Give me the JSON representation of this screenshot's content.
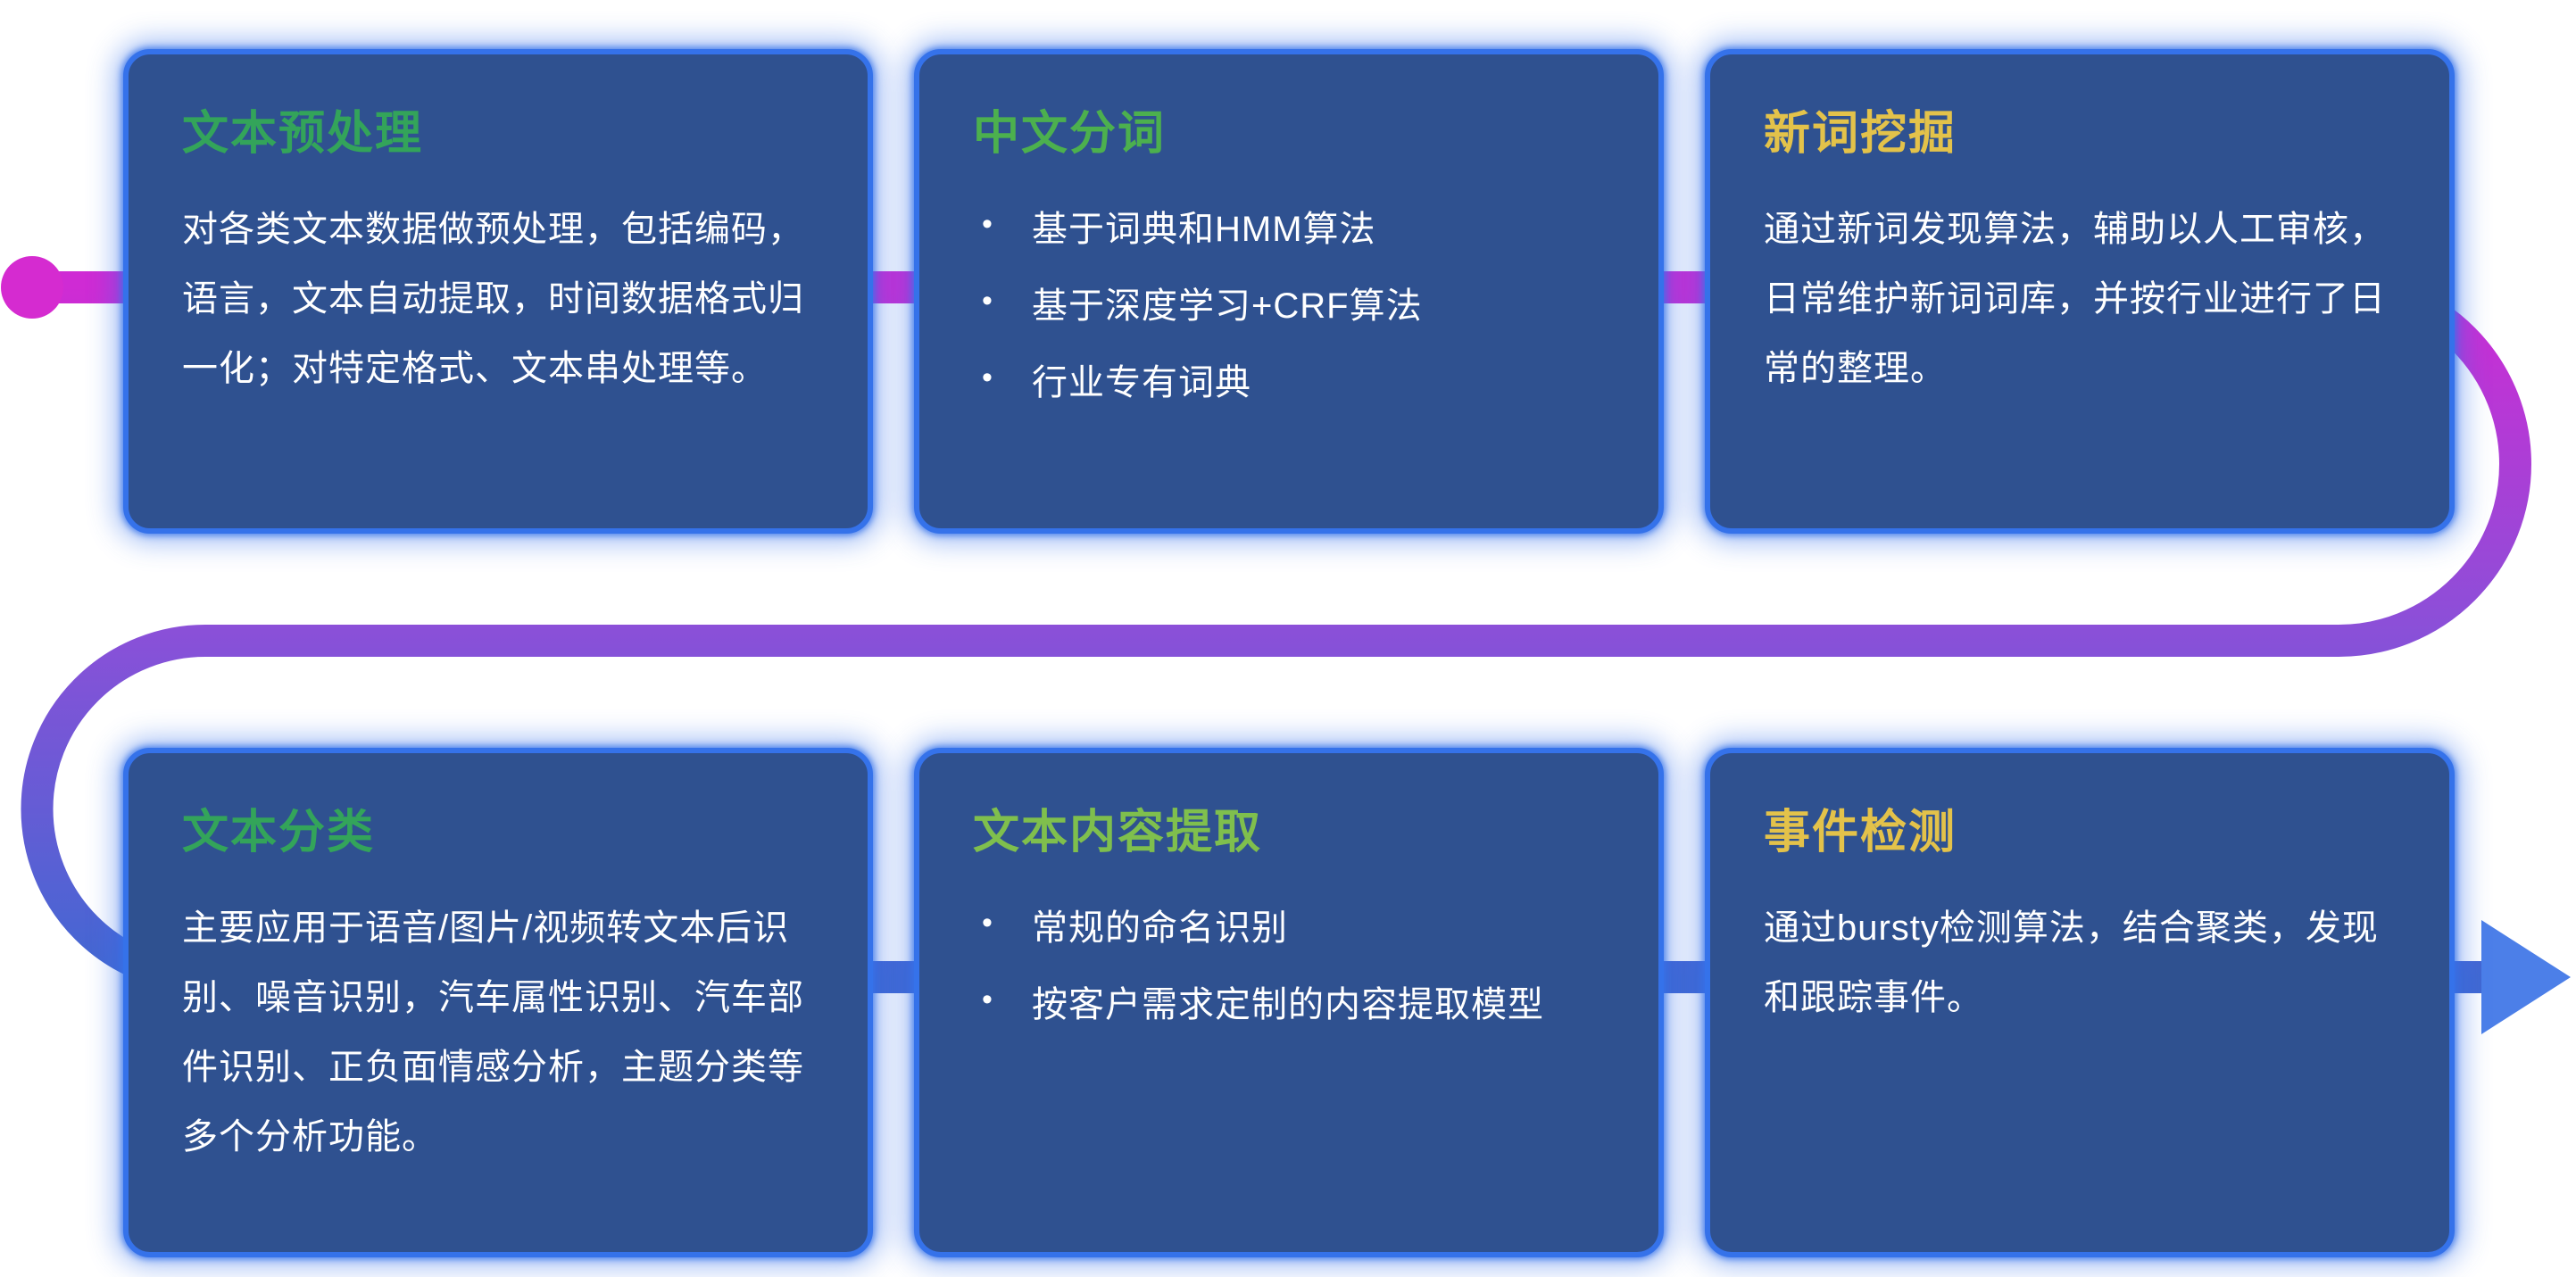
{
  "diagram_title": "NLP text processing pipeline",
  "theme": {
    "card_bg": "#2f5190",
    "card_glow": "#3572ea",
    "body_text_color": "#ffffff"
  },
  "connector": {
    "gradient_top": "#cf2bd4",
    "gradient_mid": "#8a50d8",
    "gradient_bottom": "#4168d2",
    "start_dot_color": "#d52bd0",
    "arrow_color": "#4c7fe8"
  },
  "cards": [
    {
      "title": "文本预处理",
      "title_color": "#33a45a",
      "paragraph": "对各类文本数据做预处理，包括编码，语言，文本自动提取，时间数据格式归一化；对特定格式、文本串处理等。"
    },
    {
      "title": "中文分词",
      "title_color": "#4cb04e",
      "bullets": [
        "基于词典和HMM算法",
        "基于深度学习+CRF算法",
        "行业专有词典"
      ]
    },
    {
      "title": "新词挖掘",
      "title_color": "#e3c24a",
      "paragraph": "通过新词发现算法，辅助以人工审核，日常维护新词词库，并按行业进行了日常的整理。"
    },
    {
      "title": "文本分类",
      "title_color": "#33a45a",
      "paragraph": "主要应用于语音/图片/视频转文本后识别、噪音识别，汽车属性识别、汽车部件识别、正负面情感分析，主题分类等多个分析功能。"
    },
    {
      "title": "文本内容提取",
      "title_color": "#7fbf4d",
      "bullets": [
        "常规的命名识别",
        "按客户需求定制的内容提取模型"
      ]
    },
    {
      "title": "事件检测",
      "title_color": "#e3c24a",
      "paragraph": "通过bursty检测算法，结合聚类，发现和跟踪事件。"
    }
  ]
}
